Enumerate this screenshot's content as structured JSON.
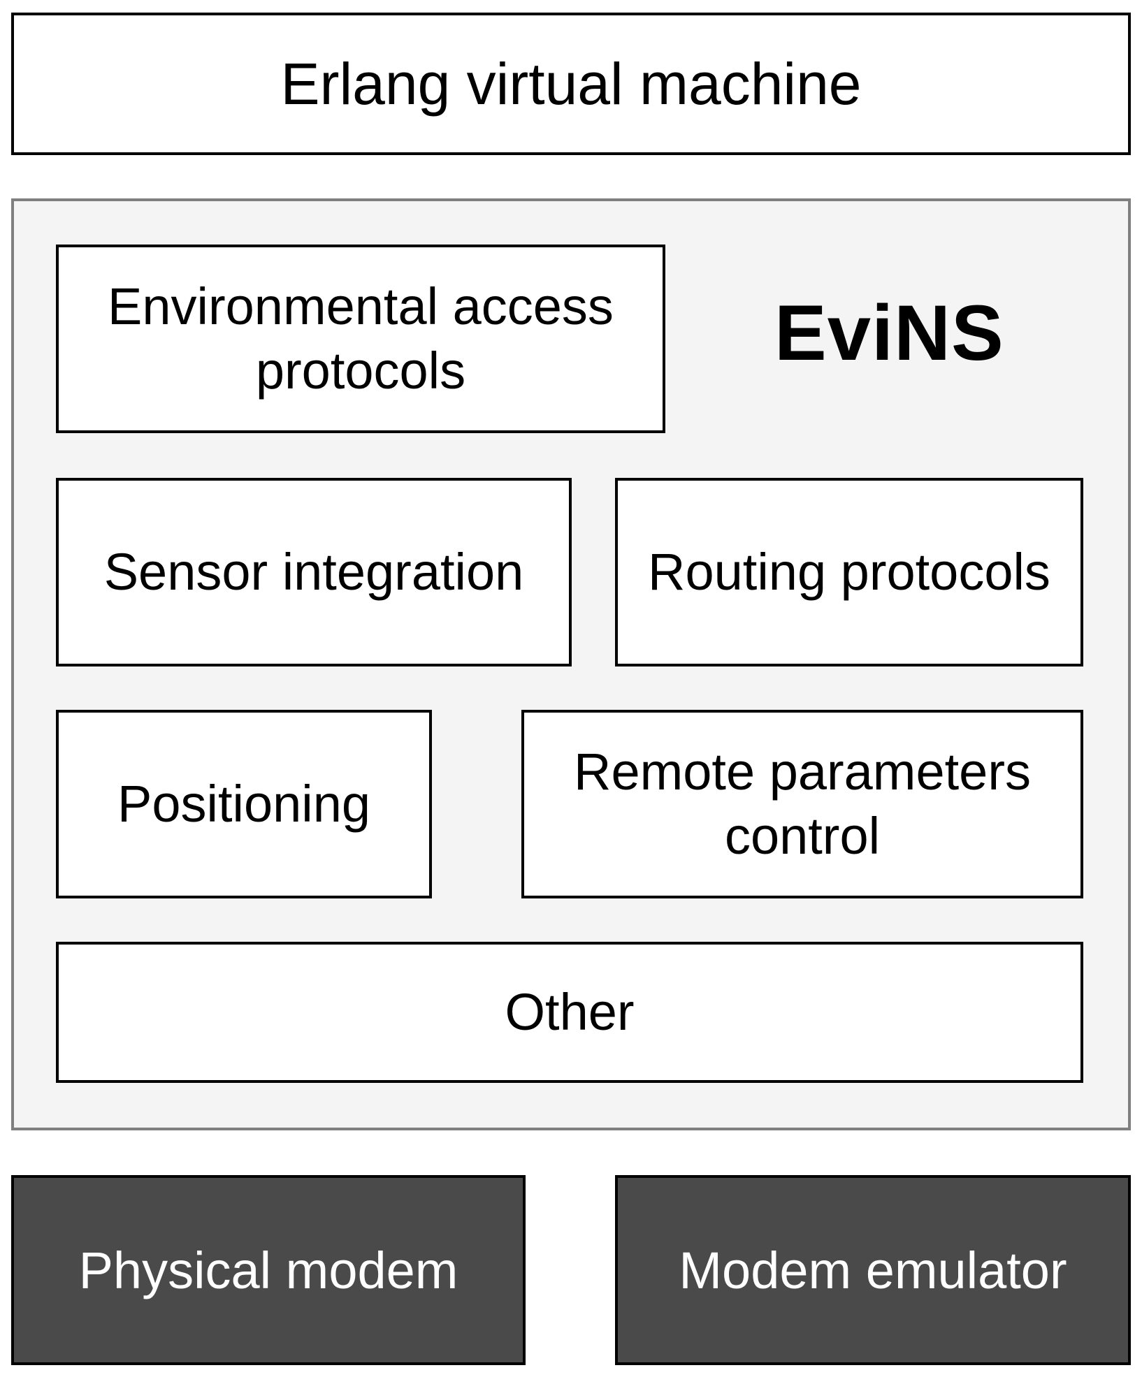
{
  "top": {
    "label": "Erlang virtual machine"
  },
  "evins": {
    "title": "EviNS",
    "modules": {
      "environmental_access": "Environmental access\nprotocols",
      "sensor_integration": "Sensor integration",
      "routing_protocols": "Routing protocols",
      "positioning": "Positioning",
      "remote_parameters": "Remote parameters\ncontrol",
      "other": "Other"
    }
  },
  "bottom": {
    "physical_modem": "Physical modem",
    "modem_emulator": "Modem emulator"
  },
  "colors": {
    "container_fill": "#f4f4f4",
    "container_border": "#7f7f7f",
    "dark_box_fill": "#4a4a4a",
    "box_border": "#000000"
  }
}
